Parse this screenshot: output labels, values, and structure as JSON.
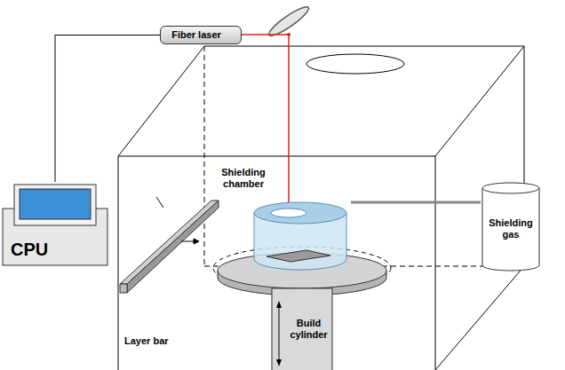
{
  "diagram": {
    "nodes": [
      {
        "text": [
          "Fiber laser"
        ]
      },
      {
        "text": [
          "CPU"
        ]
      },
      {
        "text": [
          "Shielding chamber"
        ]
      },
      {
        "text": [
          "Shielding gas"
        ]
      },
      {
        "text": [
          "Build cylinder"
        ]
      }
    ],
    "edges": [
      {
        "from": 1,
        "to": 0,
        "arrow": "none"
      },
      {
        "from": 3,
        "to": 2,
        "arrow": "none"
      }
    ],
    "labels": [
      "Layer bar"
    ]
  }
}
